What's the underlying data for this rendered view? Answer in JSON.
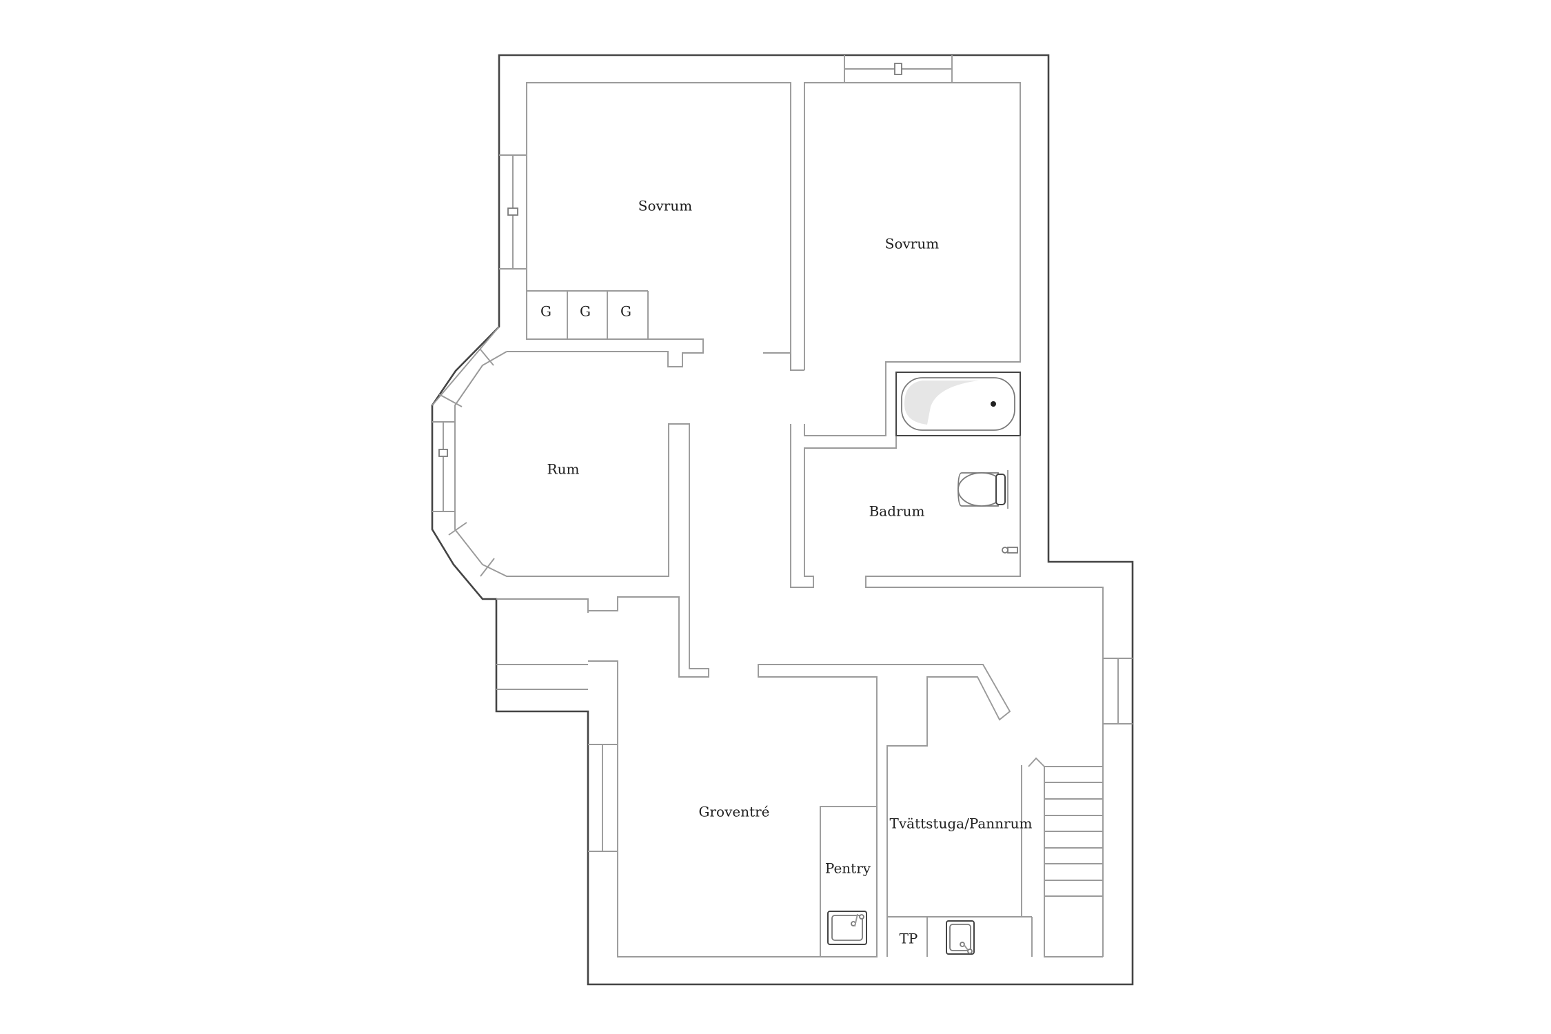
{
  "rooms": {
    "sovrum_1": "Sovrum",
    "sovrum_2": "Sovrum",
    "rum": "Rum",
    "badrum": "Badrum",
    "groventre": "Groventré",
    "pentry": "Pentry",
    "tvattstuga": "Tvättstuga/Pannrum",
    "tp": "TP"
  },
  "closets": [
    "G",
    "G",
    "G"
  ]
}
